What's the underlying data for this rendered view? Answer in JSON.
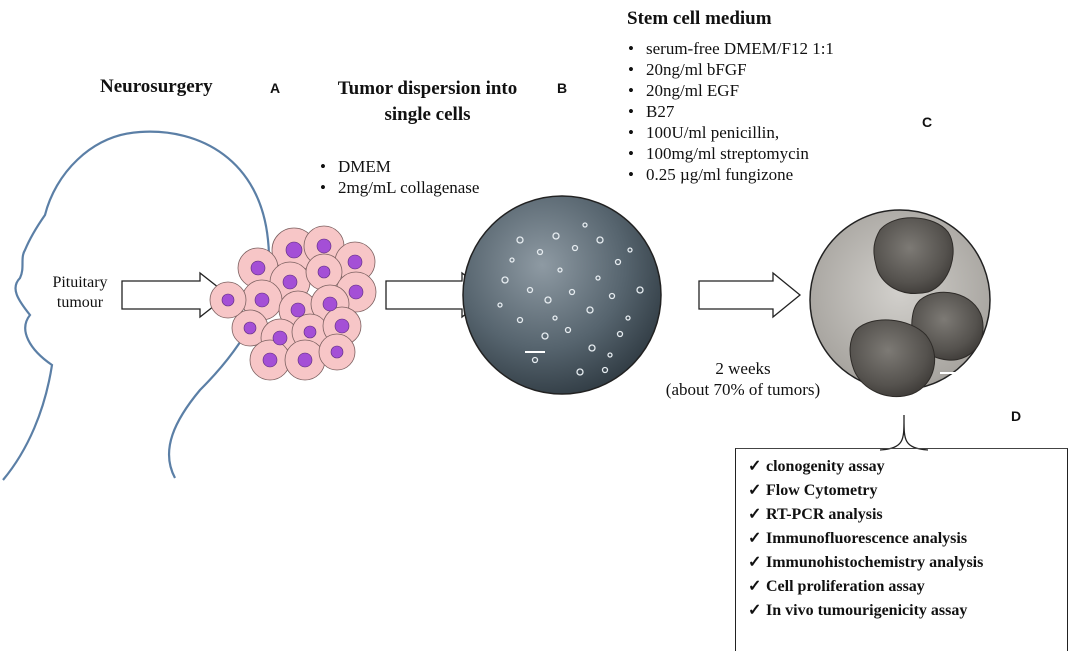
{
  "labels": {
    "neurosurgery": "Neurosurgery",
    "letter_a": "A",
    "tumor_dispersion": "Tumor dispersion into single cells",
    "letter_b": "B",
    "stem_cell_medium": "Stem cell medium",
    "letter_c": "C",
    "letter_d": "D",
    "pituitary_tumour": "Pituitary tumour",
    "two_weeks": "2 weeks",
    "about_percent": "(about 70% of tumors)"
  },
  "dispersion_items": [
    "DMEM",
    "2mg/mL  collagenase"
  ],
  "medium_items": [
    "serum-free  DMEM/F12  1:1",
    "20ng/ml  bFGF",
    "20ng/ml  EGF",
    "B27",
    "100U/ml  penicillin,",
    "100mg/ml  streptomycin",
    "0.25  µg/ml  fungizone"
  ],
  "assays": [
    "clonogenity  assay",
    "Flow Cytometry",
    "RT-PCR analysis",
    "Immunofluorescence analysis",
    "Immunohistochemistry  analysis",
    "Cell proliferation  assay",
    "In vivo tumourigenicity  assay"
  ],
  "check_mark": "✓",
  "colors": {
    "head_outline": "#5b7fa6",
    "cell_fill": "#f7c6c7",
    "nucleus_fill": "#a44fd6",
    "micrograph_dark": "#4a5a66",
    "spheroid_bg": "#b9b7b3"
  }
}
